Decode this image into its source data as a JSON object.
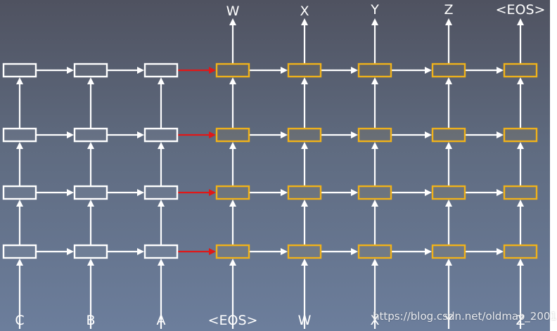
{
  "encoder_inputs": [
    "C",
    "B",
    "A"
  ],
  "decoder_inputs": [
    "<EOS>",
    "W",
    "X",
    "Y",
    "Z"
  ],
  "decoder_outputs": [
    "W",
    "X",
    "Y",
    "Z",
    "<EOS>"
  ],
  "layers": 4,
  "watermark": "https://blog.csdn.net/oldmao_2001",
  "colors": {
    "encoder_cell": "#ffffff",
    "decoder_cell": "#f0b21a",
    "connection": "#ffffff",
    "bridge_arrow": "#e01818",
    "text": "#ffffff"
  }
}
